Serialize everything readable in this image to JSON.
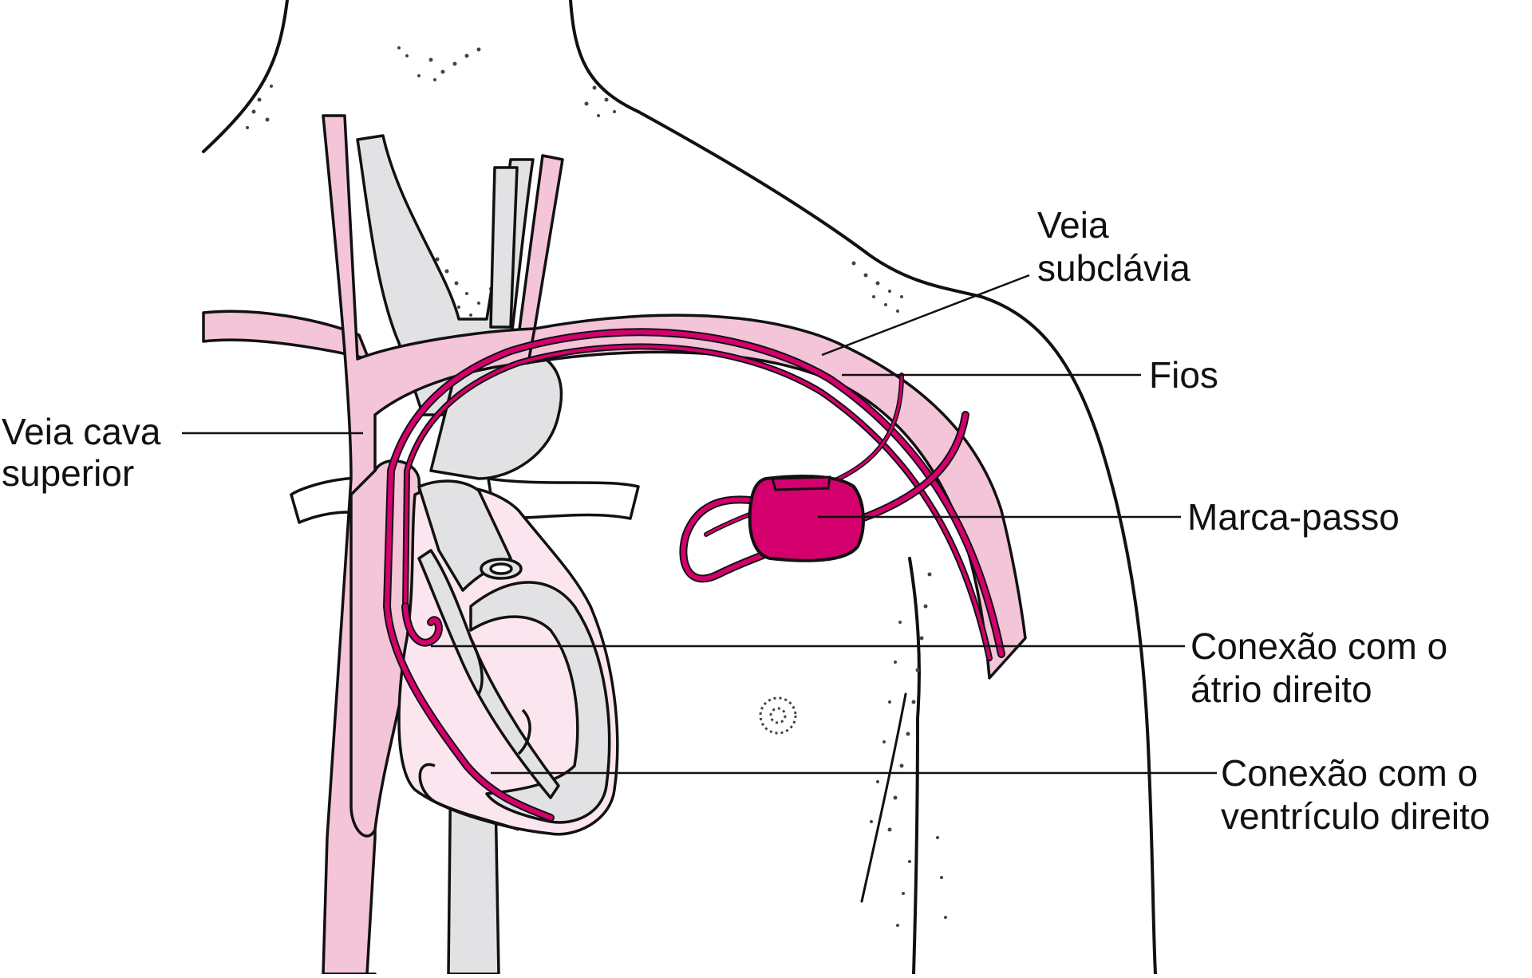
{
  "labels": {
    "subclavian_line1": "Veia",
    "subclavian_line2": "subclávia",
    "wires": "Fios",
    "svc_line1": "Veia cava",
    "svc_line2": "superior",
    "pacemaker": "Marca-passo",
    "atrium_line1": "Conexão com o",
    "atrium_line2": "átrio direito",
    "ventricle_line1": "Conexão com o",
    "ventricle_line2": "ventrículo direito"
  },
  "colors": {
    "vein_pink": "#f4c4d8",
    "heart_fill": "#fbe6ef",
    "artery_grey": "#e2e2e4",
    "device_magenta": "#d4006e",
    "outline": "#111111"
  }
}
